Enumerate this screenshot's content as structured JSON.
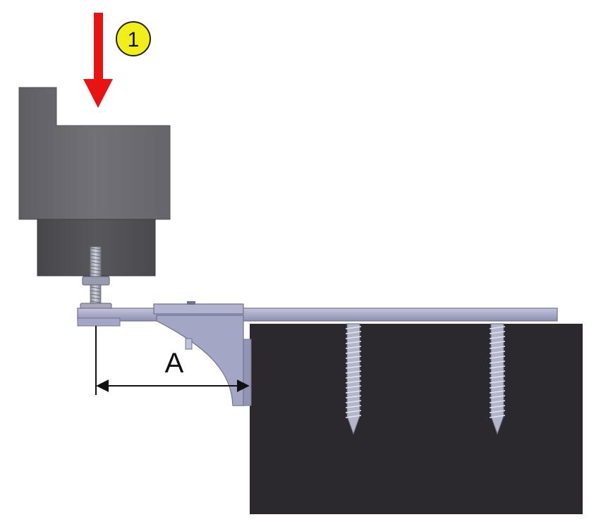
{
  "callout": {
    "number": "1",
    "fill_color": "#f2ee1a"
  },
  "arrow": {
    "direction": "down",
    "color": "#e81414"
  },
  "dimension": {
    "label": "A"
  },
  "colors": {
    "machine_upper": "#6d6c72",
    "machine_lower": "#4f4e53",
    "bracket": "#a4a6c6",
    "bracket_edge": "#6f7090",
    "board": "#2b292e",
    "screw": "#b3b6c8"
  }
}
